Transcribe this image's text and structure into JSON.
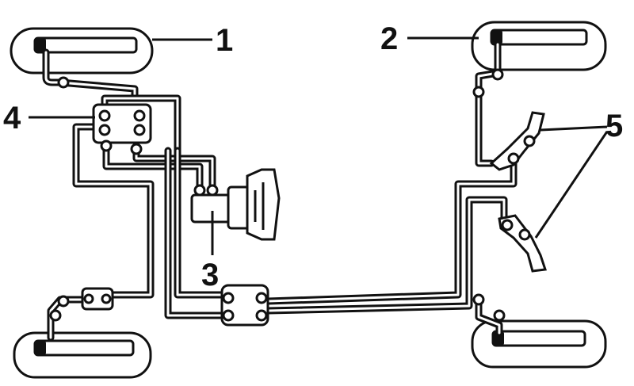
{
  "labels": {
    "front_left_brake": "1",
    "front_right_brake": "2",
    "master_cylinder": "3",
    "pressure_regulator_left": "4",
    "rear_brake_regulators": "5"
  }
}
